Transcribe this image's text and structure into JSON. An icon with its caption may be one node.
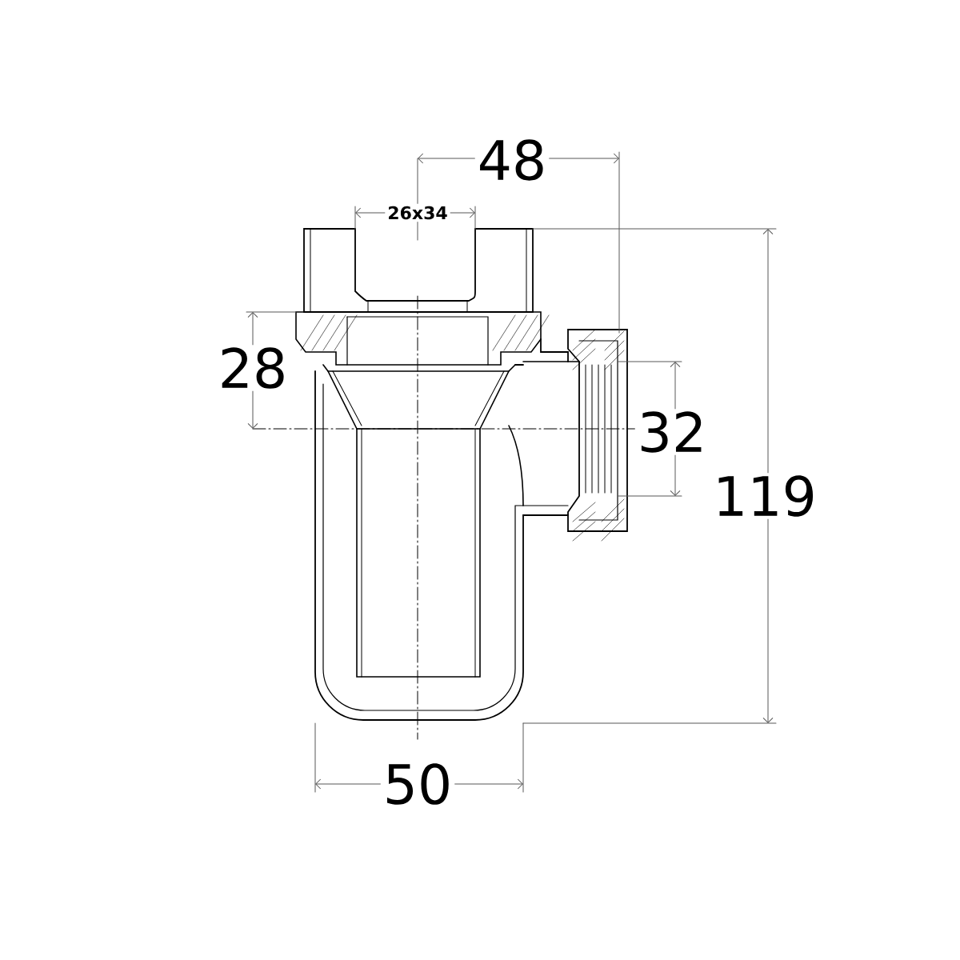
{
  "diagram": {
    "labels": [
      "48",
      "26x34",
      "28",
      "32",
      "119",
      "50"
    ]
  }
}
